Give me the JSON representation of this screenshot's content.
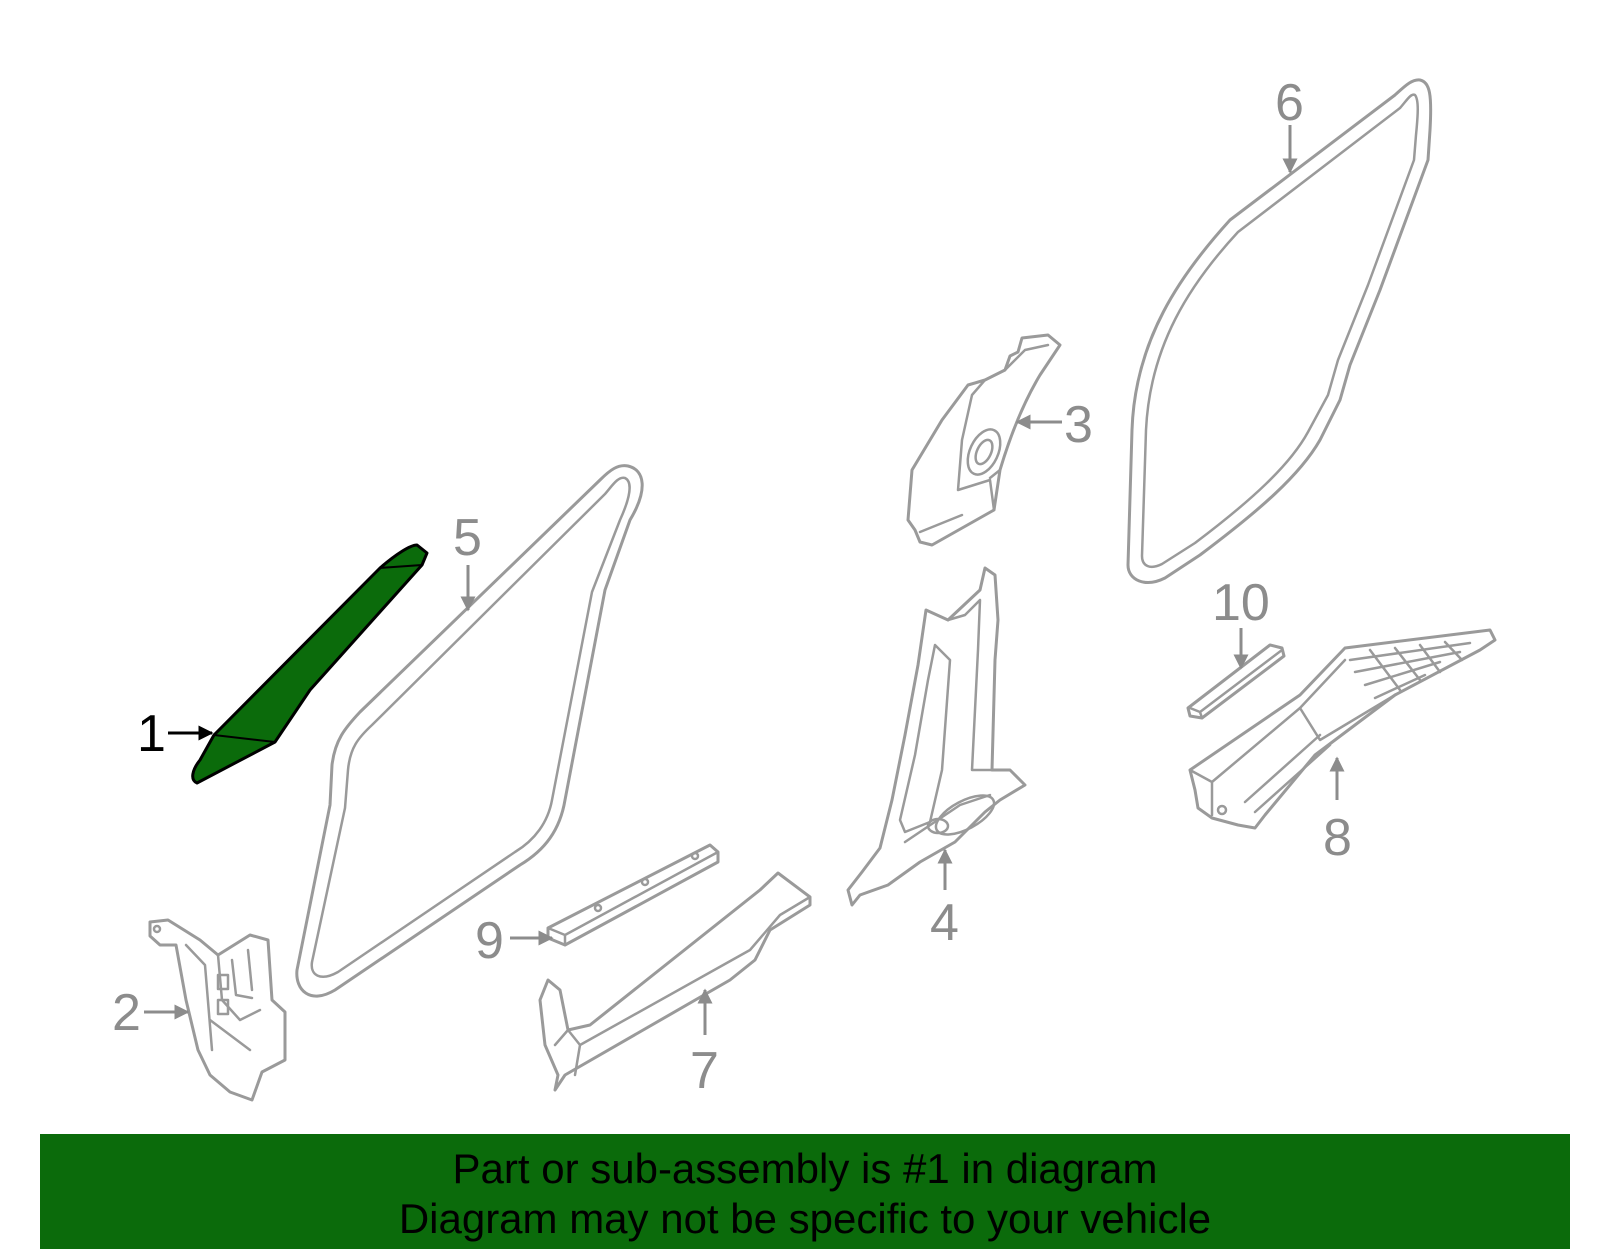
{
  "callouts": {
    "c1": "1",
    "c2": "2",
    "c3": "3",
    "c4": "4",
    "c5": "5",
    "c6": "6",
    "c7": "7",
    "c8": "8",
    "c9": "9",
    "c10": "10"
  },
  "banner": {
    "line1": "Part or sub-assembly is #1 in diagram",
    "line2": "Diagram may not be specific to your vehicle"
  },
  "colors": {
    "highlight_part": "#0b6b0b",
    "banner_background": "#0b6b0b",
    "part_outline": "#9a9a9a"
  }
}
